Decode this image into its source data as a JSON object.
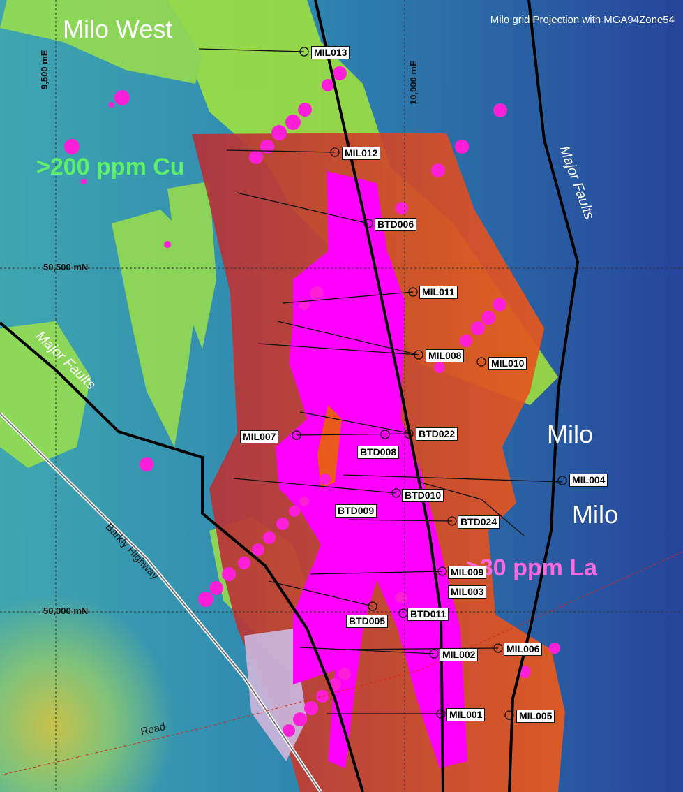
{
  "map": {
    "projection_note": "Milo grid Projection with MGA94Zone54",
    "area_labels": {
      "milo_west": "Milo West",
      "milo_1": "Milo",
      "milo_2": "Milo"
    },
    "anomaly_labels": {
      "cu": ">200 ppm Cu",
      "la": ">30 ppm La"
    },
    "fault_labels": [
      "Major Faults",
      "Major Faults"
    ],
    "road_labels": [
      "Barkly Highway",
      "Road"
    ],
    "grid_labels": {
      "e_9500": "9,500 mE",
      "e_10000": "10,000 mE",
      "n_50500": "50,500 mN",
      "n_50000": "50,000 mN"
    },
    "drillholes": [
      "MIL013",
      "MIL012",
      "BTD006",
      "MIL011",
      "MIL008",
      "MIL010",
      "MIL007",
      "BTD008",
      "BTD022",
      "MIL004",
      "BTD010",
      "BTD009",
      "BTD024",
      "MIL009",
      "MIL003",
      "BTD005",
      "BTD011",
      "MIL002",
      "MIL006",
      "MIL001",
      "MIL005"
    ],
    "colors": {
      "cu_anomaly": "#9be04a",
      "la_anomaly": "#ff00ff",
      "ree_zone": "#e0401a",
      "fault": "#000000",
      "background": "#2f6aa8"
    }
  }
}
